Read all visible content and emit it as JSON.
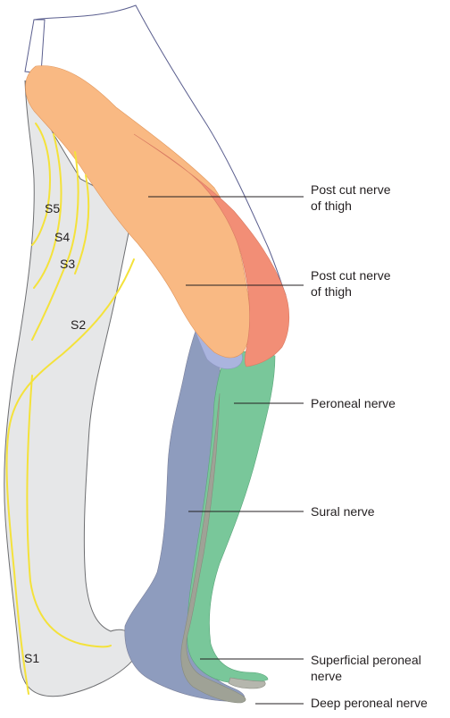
{
  "regions": {
    "post_cut_upper": {
      "color": "#f9b983"
    },
    "post_cut_lower": {
      "color": "#aab4de"
    },
    "post_cut_red": {
      "color": "#f28e76"
    },
    "peroneal": {
      "color": "#79c79a"
    },
    "sural": {
      "color": "#8e9cbe"
    },
    "superficial_peroneal": {
      "color": "#9fa296"
    },
    "deep_peroneal": {
      "color": "#b5b6ad"
    },
    "leg_base": {
      "color": "#e6e7e8"
    },
    "dermatome_line": {
      "color": "#f4e23a"
    }
  },
  "labels": {
    "post_cut_1": {
      "line1": "Post cut nerve",
      "line2": "of thigh"
    },
    "post_cut_2": {
      "line1": "Post cut nerve",
      "line2": "of thigh"
    },
    "peroneal": "Peroneal nerve",
    "sural": "Sural nerve",
    "superficial_peroneal": {
      "line1": "Superficial peroneal",
      "line2": "nerve"
    },
    "deep_peroneal": "Deep peroneal nerve"
  },
  "dermatomes": {
    "s5": "S5",
    "s4": "S4",
    "s3": "S3",
    "s2": "S2",
    "s1": "S1"
  }
}
